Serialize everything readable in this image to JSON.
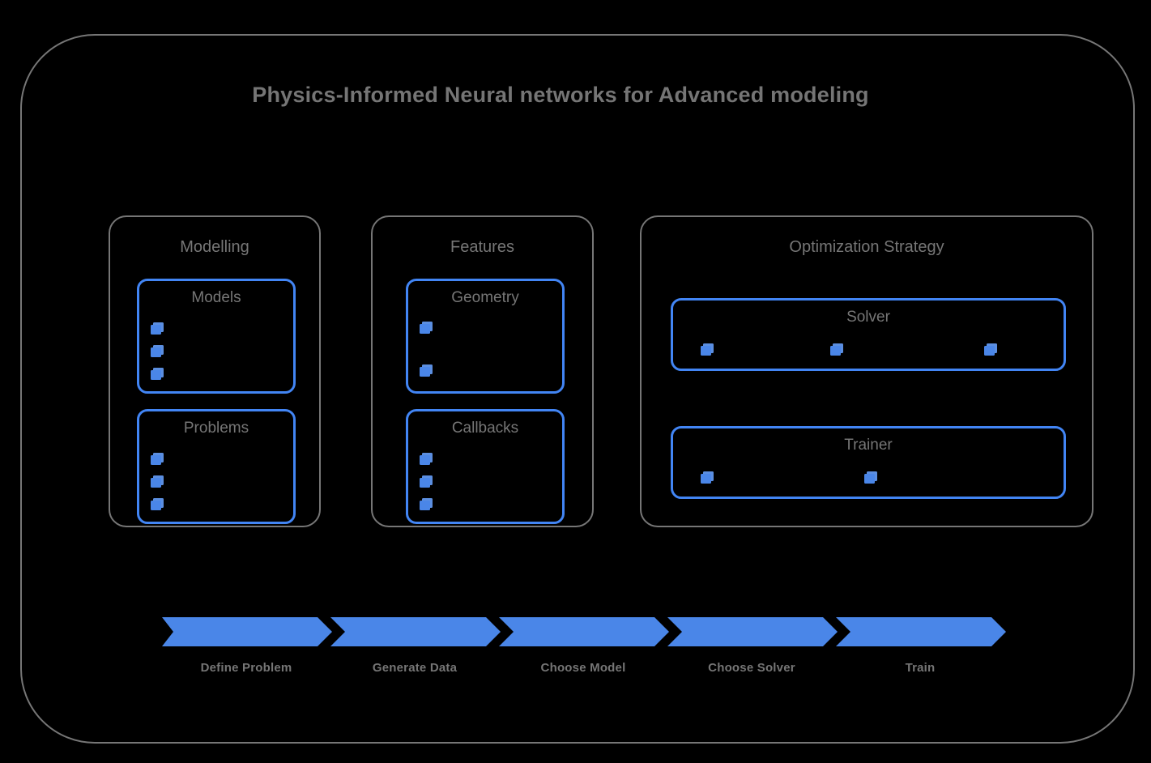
{
  "diagram": {
    "title": "Physics-Informed Neural networks for Advanced modeling",
    "frame_border_color": "#767676",
    "accent_color": "#4285F4",
    "label_color": "#767676",
    "background_color": "#000000"
  },
  "groups": [
    {
      "name": "modelling",
      "title": "Modelling",
      "cards": [
        {
          "name": "models",
          "title": "Models",
          "layout": "vertical",
          "items": [
            {
              "icon": "cube-icon",
              "label": ""
            },
            {
              "icon": "cube-icon",
              "label": ""
            },
            {
              "icon": "cube-icon",
              "label": ""
            }
          ]
        },
        {
          "name": "problems",
          "title": "Problems",
          "layout": "vertical",
          "items": [
            {
              "icon": "cube-icon",
              "label": ""
            },
            {
              "icon": "cube-icon",
              "label": ""
            },
            {
              "icon": "cube-icon",
              "label": ""
            }
          ]
        }
      ]
    },
    {
      "name": "features",
      "title": "Features",
      "cards": [
        {
          "name": "geometry",
          "title": "Geometry",
          "layout": "vertical-spread",
          "items": [
            {
              "icon": "cube-icon",
              "label": ""
            },
            {
              "icon": "cube-icon",
              "label": ""
            }
          ]
        },
        {
          "name": "callbacks",
          "title": "Callbacks",
          "layout": "vertical",
          "items": [
            {
              "icon": "cube-icon",
              "label": ""
            },
            {
              "icon": "cube-icon",
              "label": ""
            },
            {
              "icon": "cube-icon",
              "label": ""
            }
          ]
        }
      ]
    },
    {
      "name": "optimization-strategy",
      "title": "Optimization Strategy",
      "cards": [
        {
          "name": "solver",
          "title": "Solver",
          "layout": "horizontal",
          "items": [
            {
              "icon": "cube-icon",
              "label": ""
            },
            {
              "icon": "cube-icon",
              "label": ""
            },
            {
              "icon": "cube-icon",
              "label": ""
            }
          ]
        },
        {
          "name": "trainer",
          "title": "Trainer",
          "layout": "horizontal",
          "items": [
            {
              "icon": "cube-icon",
              "label": ""
            },
            {
              "icon": "cube-icon",
              "label": ""
            }
          ]
        }
      ]
    }
  ],
  "pipeline": {
    "color": "#4a86e8",
    "steps": [
      {
        "label": "Define Problem"
      },
      {
        "label": "Generate Data"
      },
      {
        "label": "Choose Model"
      },
      {
        "label": "Choose Solver"
      },
      {
        "label": "Train"
      }
    ]
  }
}
